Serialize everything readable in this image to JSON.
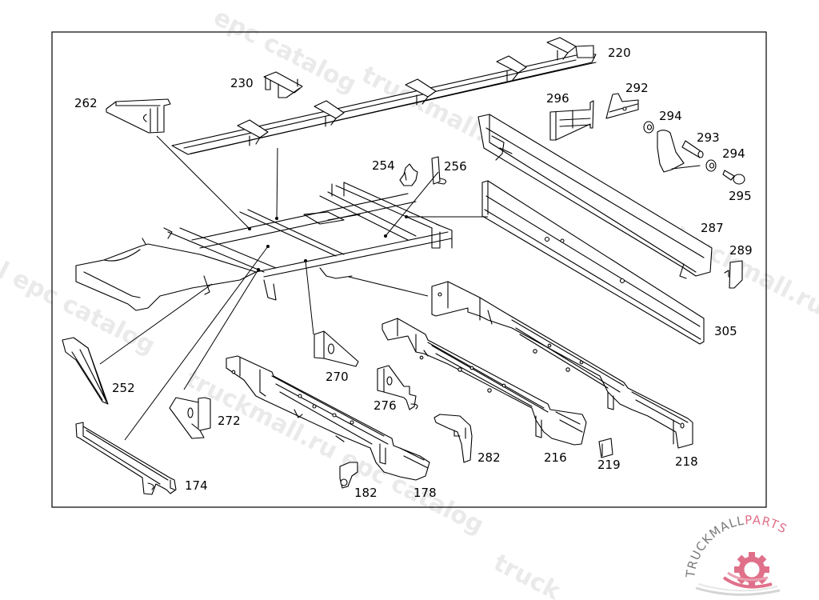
{
  "diagram": {
    "type": "exploded-parts-diagram",
    "subject": "truck chassis frame and cross members",
    "callouts": [
      {
        "id": "220",
        "label": "220"
      },
      {
        "id": "230",
        "label": "230"
      },
      {
        "id": "262",
        "label": "262"
      },
      {
        "id": "296",
        "label": "296"
      },
      {
        "id": "292",
        "label": "292"
      },
      {
        "id": "294a",
        "label": "294"
      },
      {
        "id": "293",
        "label": "293"
      },
      {
        "id": "294b",
        "label": "294"
      },
      {
        "id": "295",
        "label": "295"
      },
      {
        "id": "254",
        "label": "254"
      },
      {
        "id": "256",
        "label": "256"
      },
      {
        "id": "287",
        "label": "287"
      },
      {
        "id": "289",
        "label": "289"
      },
      {
        "id": "305",
        "label": "305"
      },
      {
        "id": "252",
        "label": "252"
      },
      {
        "id": "270",
        "label": "270"
      },
      {
        "id": "276",
        "label": "276"
      },
      {
        "id": "272",
        "label": "272"
      },
      {
        "id": "282",
        "label": "282"
      },
      {
        "id": "216",
        "label": "216"
      },
      {
        "id": "219",
        "label": "219"
      },
      {
        "id": "218",
        "label": "218"
      },
      {
        "id": "174",
        "label": "174"
      },
      {
        "id": "182",
        "label": "182"
      },
      {
        "id": "178",
        "label": "178"
      }
    ]
  },
  "watermarks": [
    "epc catalog",
    "truckmall.ru epc catalog",
    "truckmall.ru",
    "l epc catalog",
    "truckmall.ru epc catalog",
    "truckmall.ru epc catalog",
    "truck"
  ],
  "logo": {
    "text_main": "TRUCKMALL",
    "text_accent": "PARTS",
    "accent_color": "#e0708a",
    "main_color": "#7a7a7a"
  }
}
